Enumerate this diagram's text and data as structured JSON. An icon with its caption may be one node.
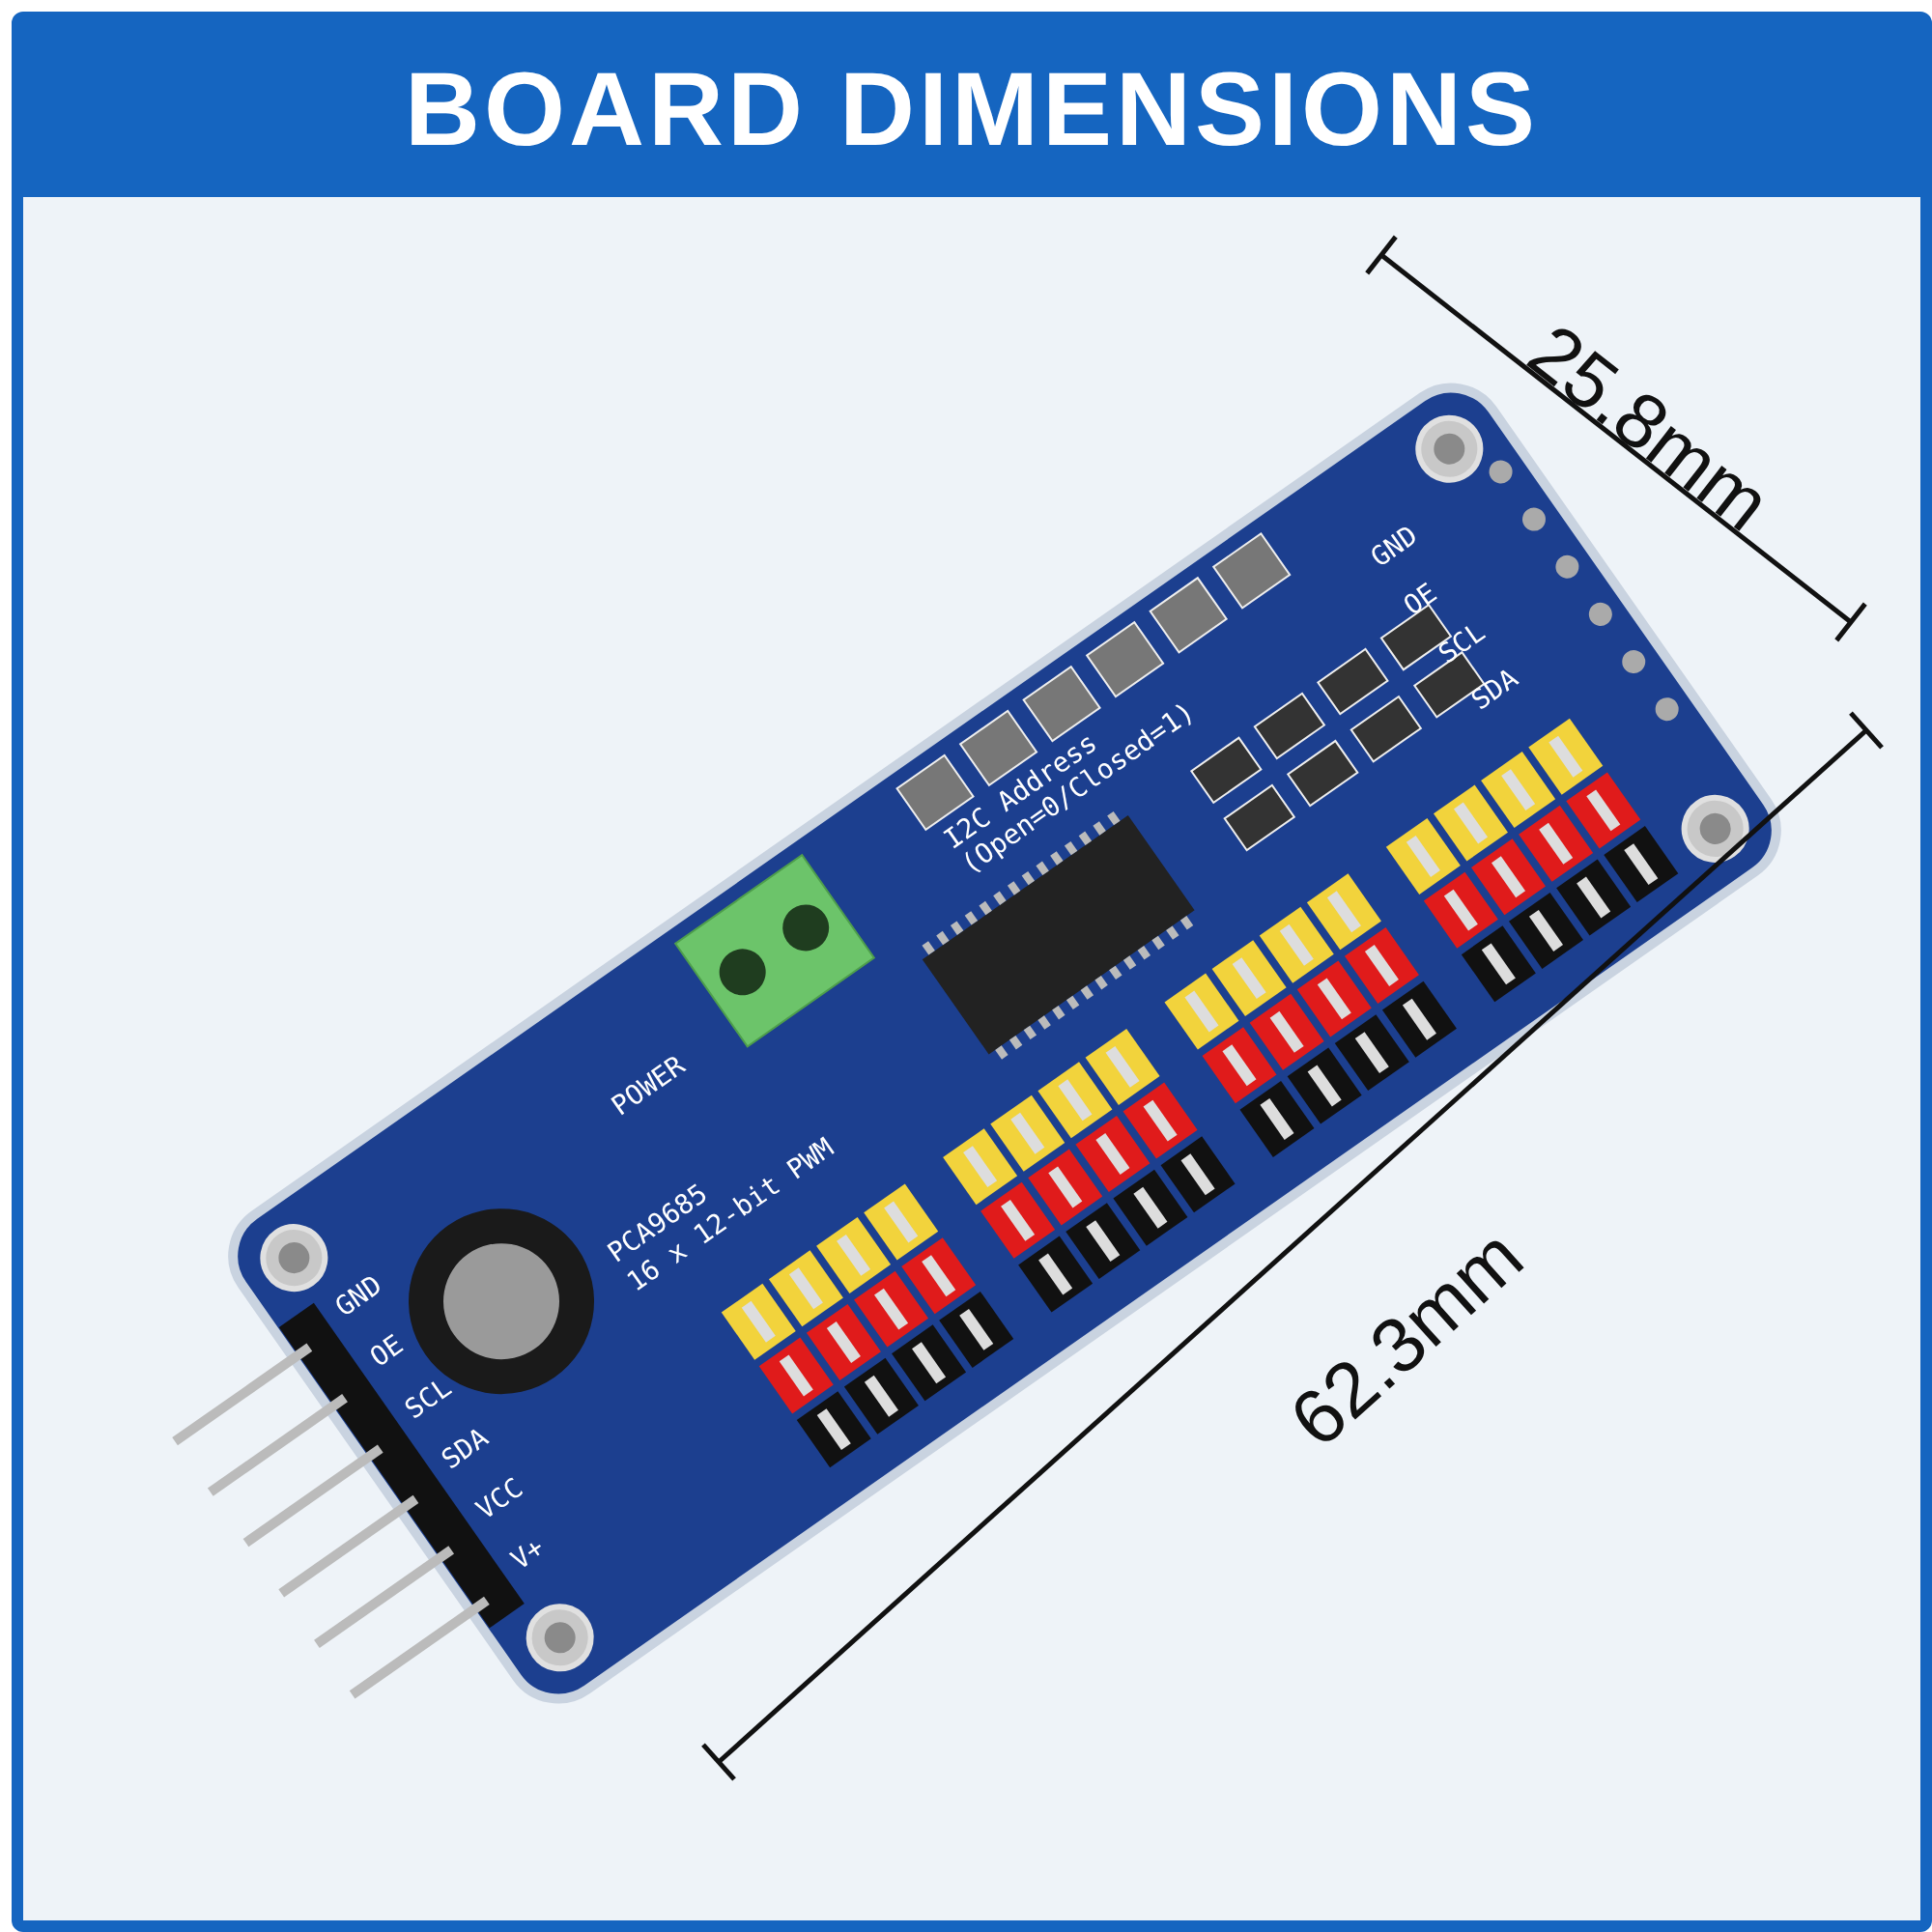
{
  "diagram": {
    "title": "BOARD DIMENSIONS",
    "labels": [
      "25.8mm",
      "62.3mm",
      "POWER",
      "PCA9685",
      "16 x 12-bit PWM",
      "I2C Address",
      "(Open=0/Closed=1)",
      "GND",
      "OE",
      "SCL",
      "SDA",
      "GND",
      "OE",
      "SCL",
      "SDA",
      "VCC",
      "V+"
    ]
  }
}
